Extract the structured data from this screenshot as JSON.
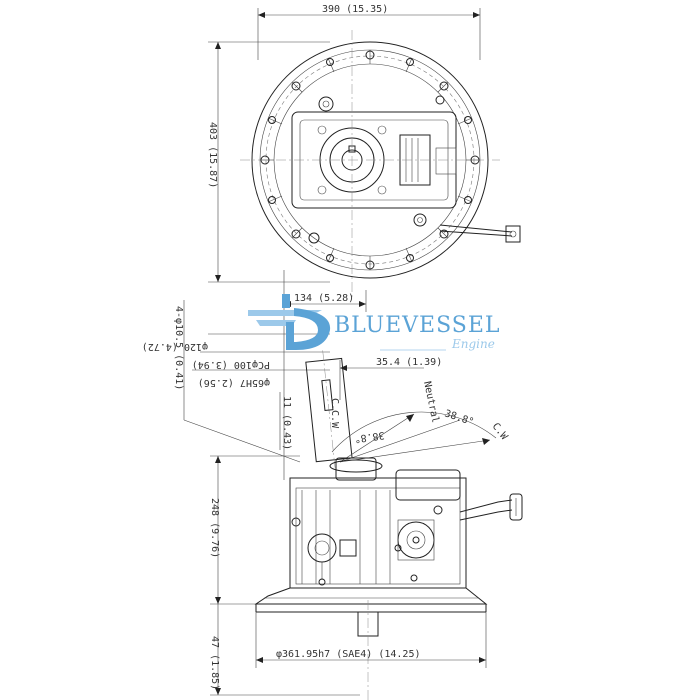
{
  "colors": {
    "line": "#222222",
    "logo": "#5ba3d6",
    "logo_light": "#9cc9ea"
  },
  "dimensions": {
    "width_top": "390 (15.35)",
    "height_top": "403 (15.87)",
    "offset_134": "134 (5.28)",
    "bolt_holes": "4-φ10.5 (0.41)",
    "pcd_120": "φ120 (4.72)",
    "pcd_100": "PCφ100 (3.94)",
    "spigot": "φ65H7 (2.56)",
    "shaft_11": "11 (0.43)",
    "offset_35": "35.4 (1.39)",
    "height_248": "248 (9.76)",
    "height_47": "47 (1.85)",
    "flange_dia": "φ361.95h7 (SAE4) (14.25)"
  },
  "annotations": {
    "neutral": "Neutral",
    "ccw": "C.C.W",
    "cw": "C.W",
    "angle_left": "38.8°",
    "angle_right": "38.8°"
  },
  "logo": {
    "brand": "BLUEVESSEL",
    "tagline": "Engine"
  }
}
